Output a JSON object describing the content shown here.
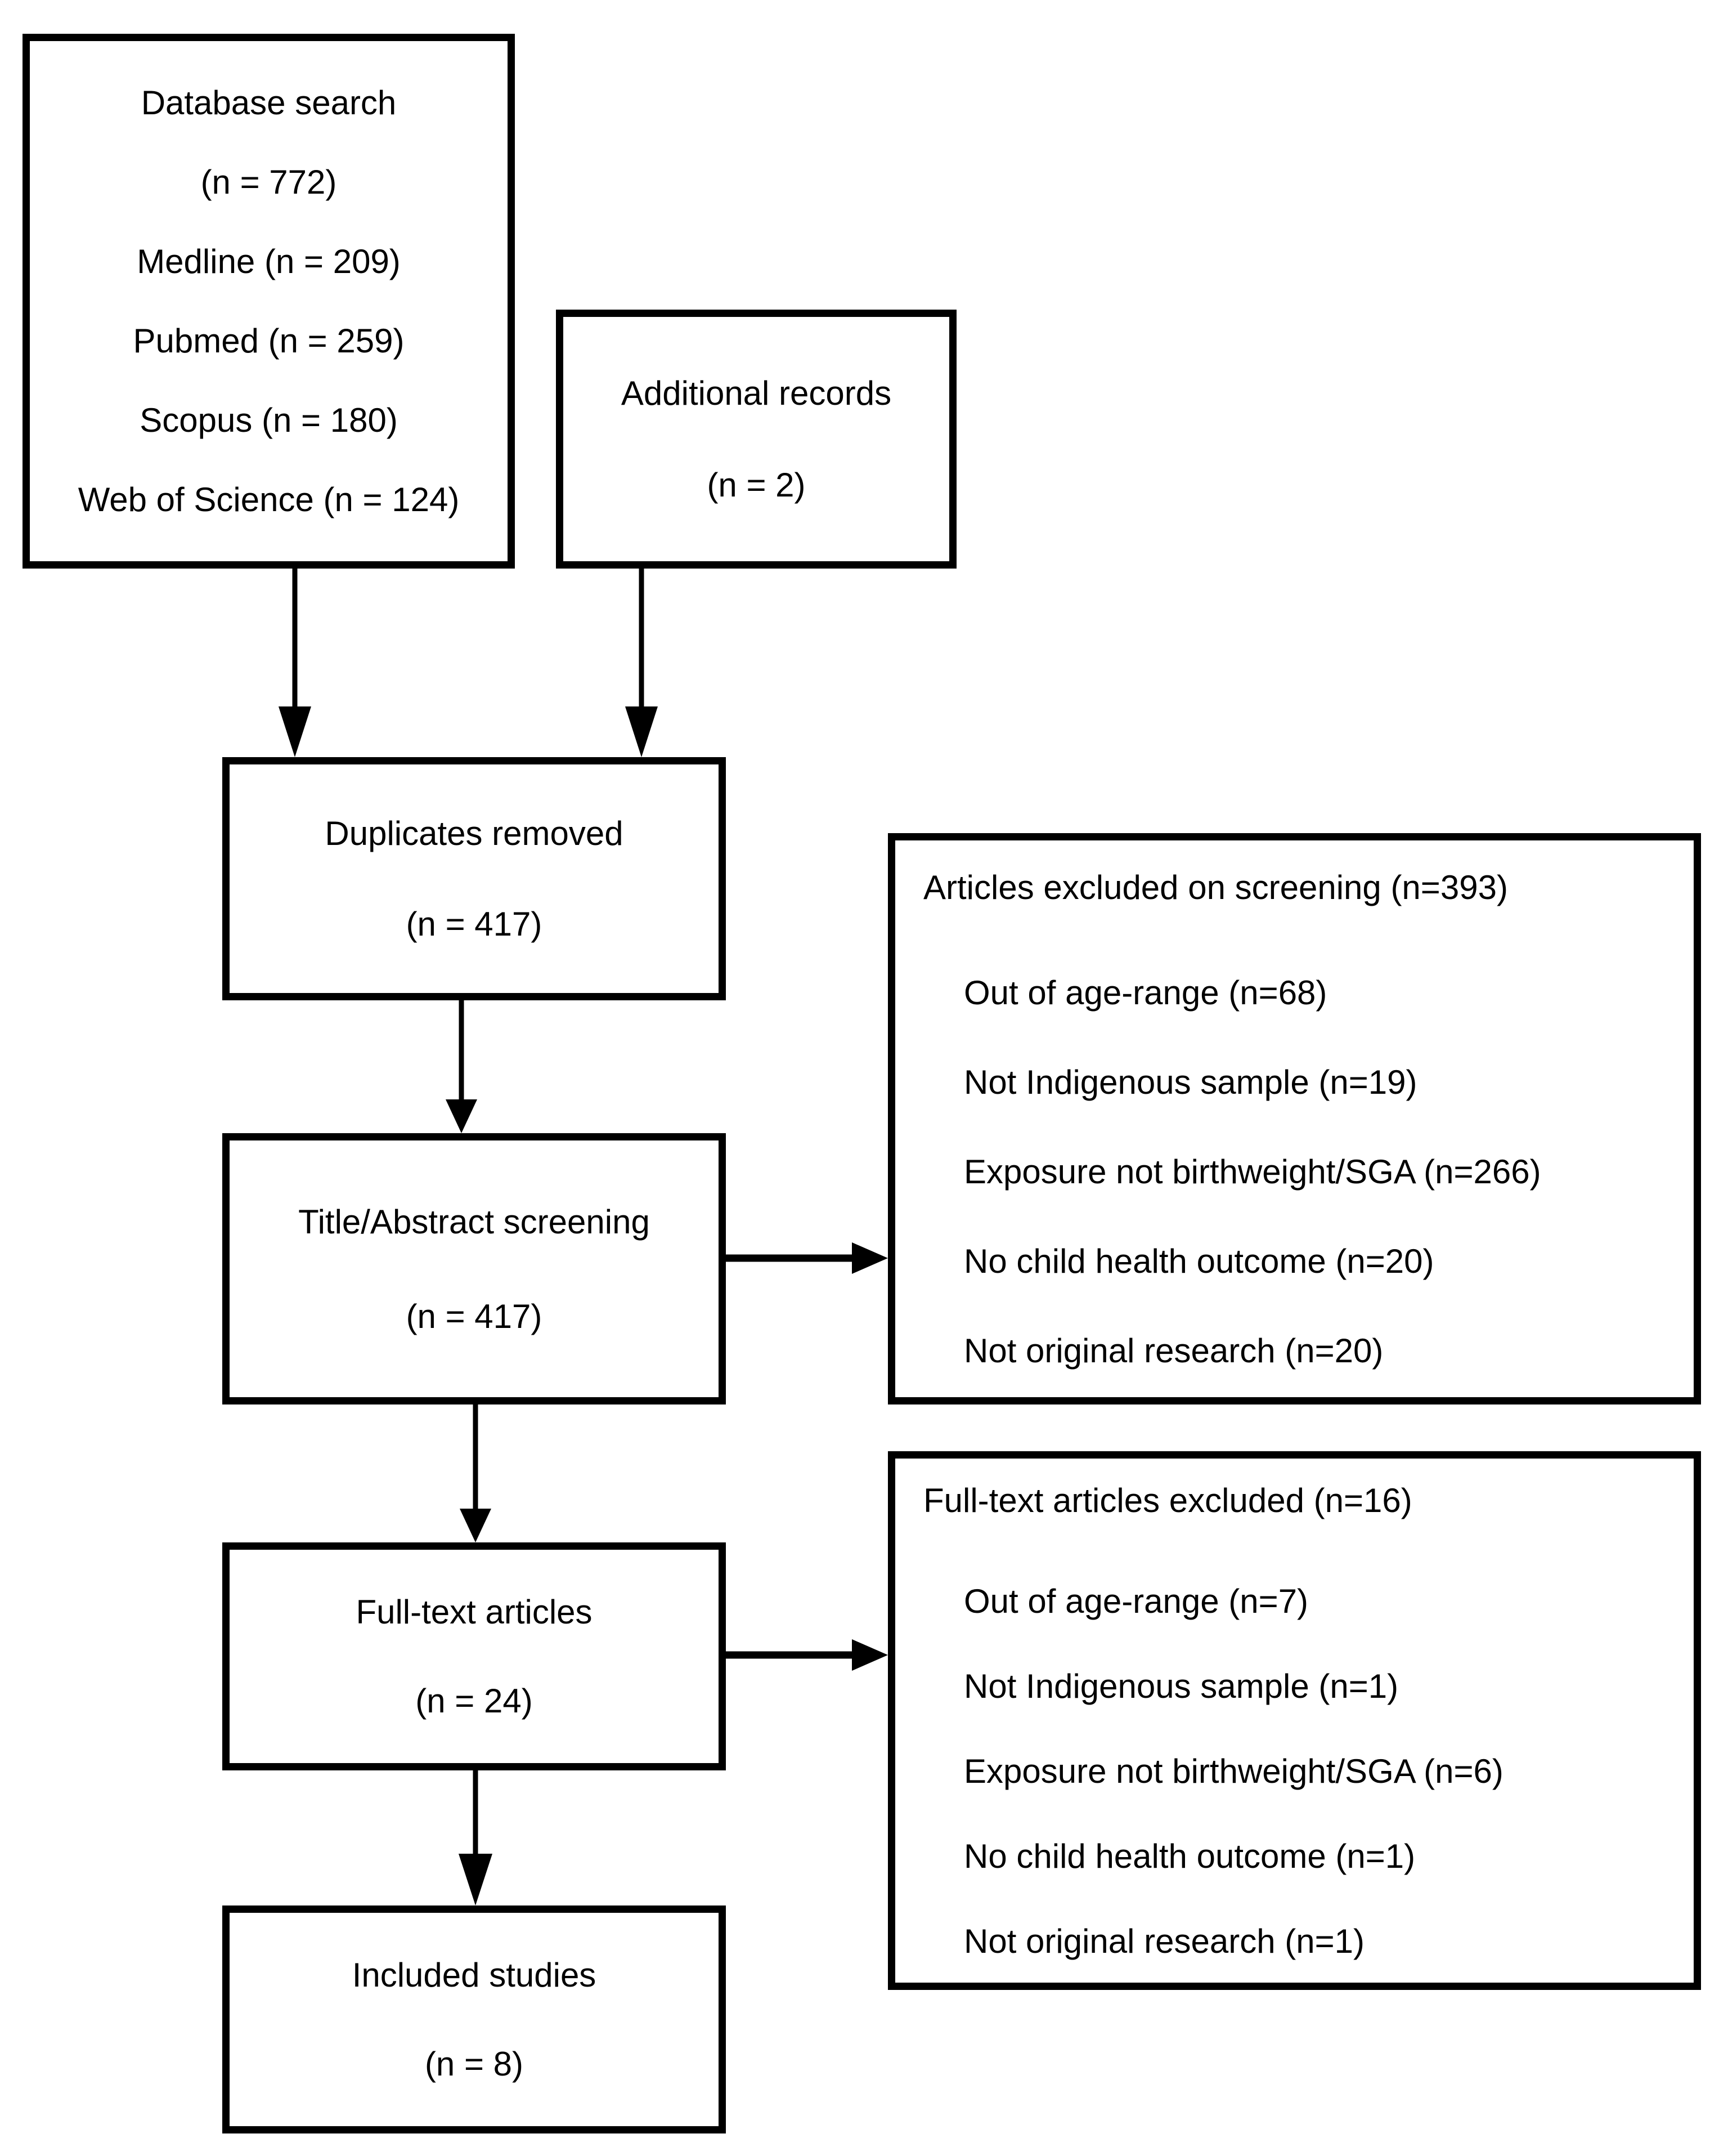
{
  "figure": {
    "background_color": "#ffffff",
    "line_color": "#000000",
    "boxes": {
      "database_search": {
        "lines": [
          "Database search",
          "(n = 772)",
          "Medline (n = 209)",
          "Pubmed (n = 259)",
          "Scopus (n = 180)",
          "Web of Science (n = 124)"
        ]
      },
      "additional_records": {
        "lines": [
          "Additional records",
          "(n = 2)"
        ]
      },
      "duplicates_removed": {
        "lines": [
          "Duplicates removed",
          "(n = 417)"
        ]
      },
      "title_abstract_screening": {
        "lines": [
          "Title/Abstract screening",
          "(n = 417)"
        ]
      },
      "excluded_on_screening": {
        "title": "Articles excluded on screening (n=393)",
        "items": [
          "Out of age-range (n=68)",
          "Not Indigenous sample (n=19)",
          "Exposure not birthweight/SGA (n=266)",
          "No child health outcome (n=20)",
          "Not original research (n=20)"
        ]
      },
      "full_text_articles": {
        "lines": [
          "Full-text articles",
          "(n = 24)"
        ]
      },
      "full_text_excluded": {
        "title": "Full-text articles excluded (n=16)",
        "items": [
          "Out of age-range (n=7)",
          "Not Indigenous sample (n=1)",
          "Exposure not birthweight/SGA (n=6)",
          "No child health outcome (n=1)",
          "Not original research (n=1)"
        ]
      },
      "included_studies": {
        "lines": [
          "Included studies",
          "(n = 8)"
        ]
      }
    }
  }
}
